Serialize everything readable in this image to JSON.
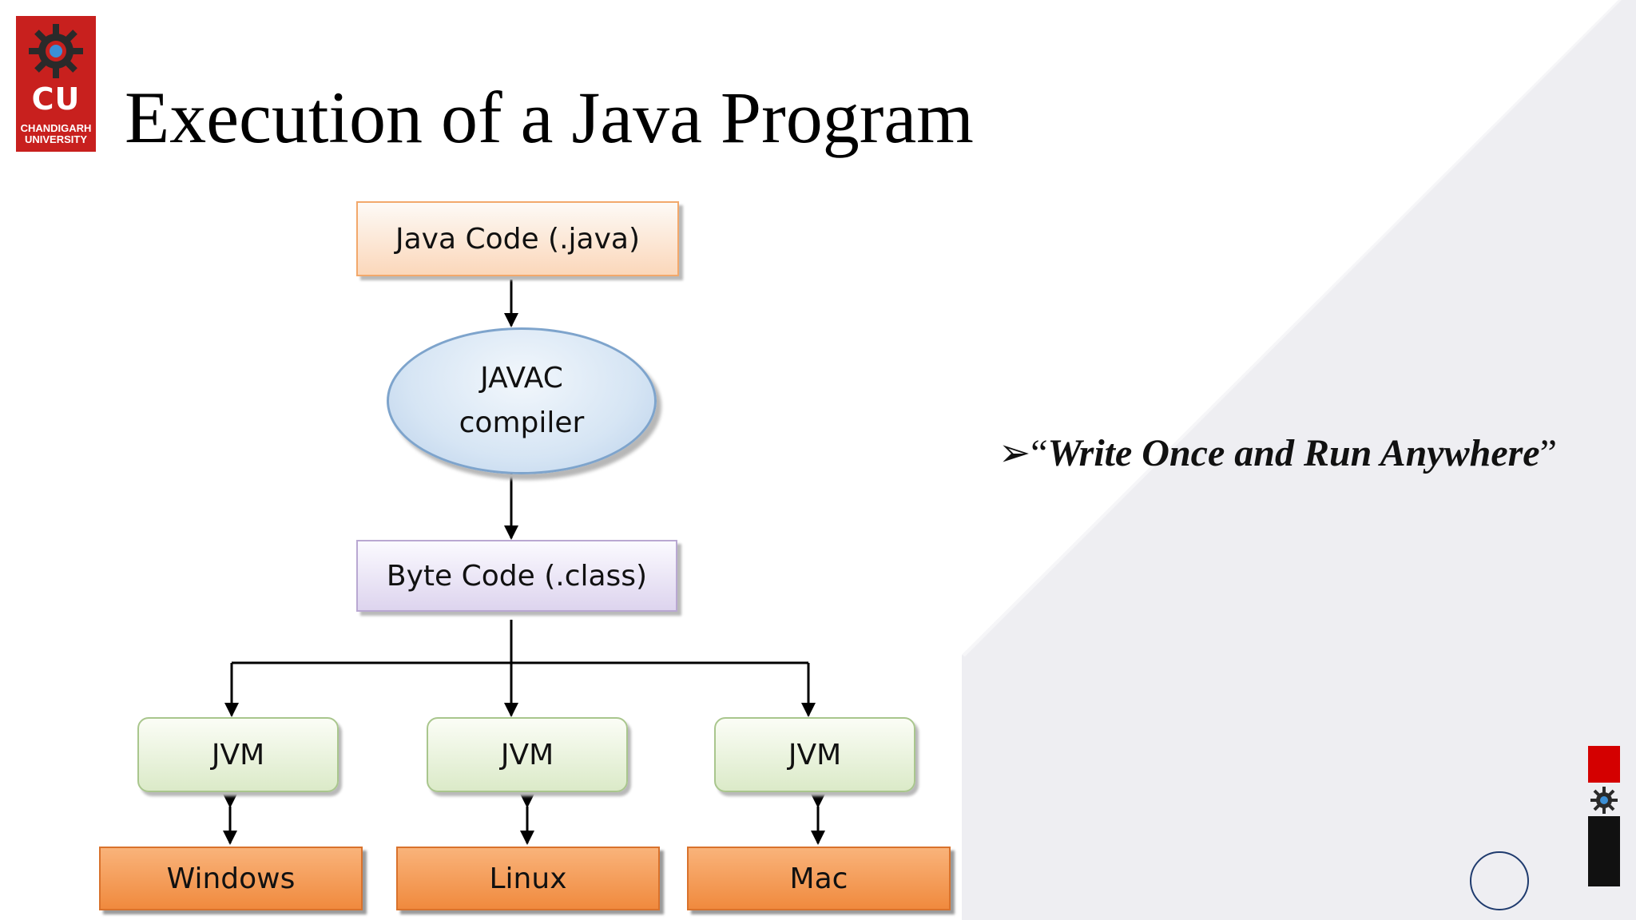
{
  "logo": {
    "abbr": "CU",
    "line1": "CHANDIGARH",
    "line2": "UNIVERSITY",
    "brand_color": "#c8201e"
  },
  "slide": {
    "title": "Execution of a Java Program"
  },
  "diagram": {
    "source": "Java Code (.java)",
    "compiler_line1": "JAVAC",
    "compiler_line2": "compiler",
    "bytecode": "Byte Code (.class)",
    "vms": [
      "JVM",
      "JVM",
      "JVM"
    ],
    "platforms": [
      "Windows",
      "Linux",
      "Mac"
    ]
  },
  "quote": {
    "bullet": "➢",
    "open": "“",
    "text": "Write Once and Run Anywhere",
    "close": "”"
  },
  "colors": {
    "source_box": "#fbd7ba",
    "compiler": "#d6e5f4",
    "bytecode_box": "#ddd4ee",
    "jvm_box": "#dbeac8",
    "platform_box": "#f08a3e",
    "side_red": "#d40000",
    "side_black": "#111111"
  },
  "icons": {
    "logo_gear": "gear-icon",
    "bullet": "arrow-bullet-icon",
    "nav": "nav-circle-icon"
  }
}
